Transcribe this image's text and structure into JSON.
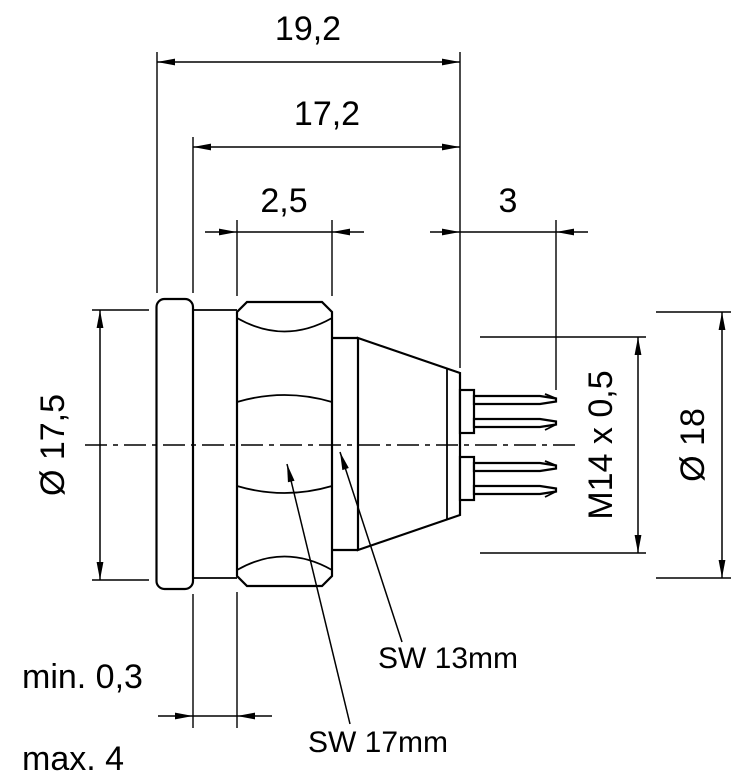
{
  "page": {
    "background": "#ffffff",
    "ink": "#000000"
  },
  "drawing": {
    "type": "technical-dimension-drawing",
    "dimensions": {
      "overall_length": "19,2",
      "length_without_flange": "17,2",
      "nut_thickness": "2,5",
      "termination_length": "3",
      "flange_diameter": "Ø 17,5",
      "thread_spec": "M14 x 0,5",
      "outer_diameter": "Ø 18",
      "panel_thickness_min": "min. 0,3",
      "panel_thickness_max": "max. 4",
      "hex_small": "SW 13mm",
      "hex_large": "SW 17mm"
    }
  }
}
